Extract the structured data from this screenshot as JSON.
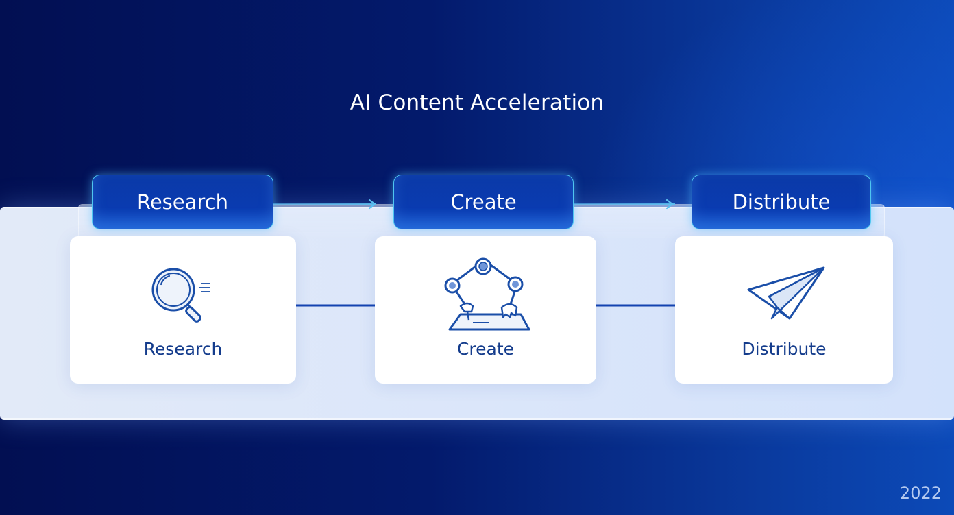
{
  "title": "AI Content Acceleration",
  "header_labels": [
    "Research",
    "Create",
    "Distribute"
  ],
  "cards": [
    {
      "label": "Research",
      "icon": "magnifying-glass-icon"
    },
    {
      "label": "Create",
      "icon": "robot-arm-icon"
    },
    {
      "label": "Distribute",
      "icon": "paper-plane-icon"
    }
  ],
  "year": "2022",
  "colors": {
    "background_dark": "#020f52",
    "background_light": "#0c4ab8",
    "pill_fill": "#0b3aa8",
    "pill_border": "#4fc6f0",
    "label_text": "#143c8c",
    "icon_stroke": "#1a4ea8",
    "arrow": "#1443b0"
  }
}
